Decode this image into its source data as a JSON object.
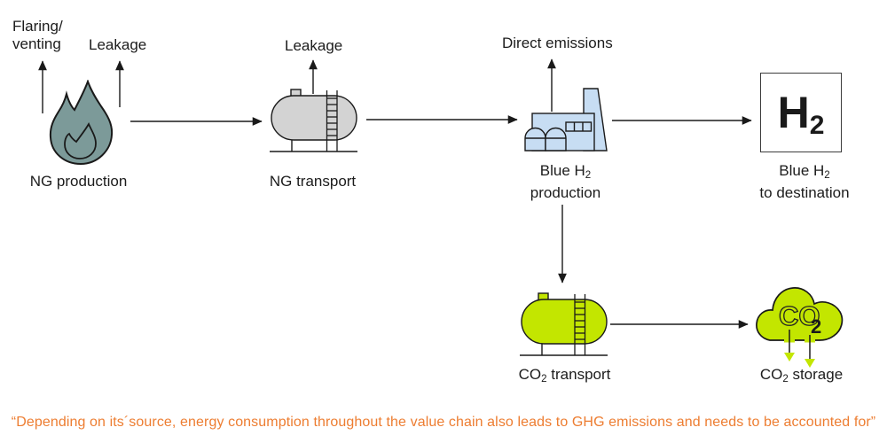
{
  "diagram": {
    "emission_labels": {
      "flaring_line1": "Flaring/",
      "flaring_line2": "venting",
      "leakage_ng_production": "Leakage",
      "leakage_ng_transport": "Leakage",
      "direct_emissions": "Direct emissions"
    },
    "nodes": {
      "ng_production": {
        "label": "NG production"
      },
      "ng_transport": {
        "label": "NG transport"
      },
      "blue_h2_production": {
        "label_line1_pre": "Blue H",
        "label_line1_sub": "2",
        "label_line2": "production"
      },
      "blue_h2_destination": {
        "symbol_pre": "H",
        "symbol_sub": "2",
        "label_line1_pre": "Blue H",
        "label_line1_sub": "2",
        "label_line2": "to destination"
      },
      "co2_transport": {
        "label_pre": "CO",
        "label_sub": "2",
        "label_post": " transport"
      },
      "co2_storage": {
        "cloud_pre": "CO",
        "cloud_sub": "2",
        "label_pre": "CO",
        "label_sub": "2",
        "label_post": " storage"
      }
    },
    "footnote": "“Depending on its´source, energy consumption throughout the value chain also leads to GHG emissions and needs to be accounted for”",
    "colors": {
      "flame_fill": "#7C9A99",
      "tank_fill": "#D3D3D3",
      "factory_fill": "#C7DDF3",
      "co2_fill": "#C3E600",
      "outline": "#1A1A1A",
      "footnote": "#ED7D31"
    }
  }
}
